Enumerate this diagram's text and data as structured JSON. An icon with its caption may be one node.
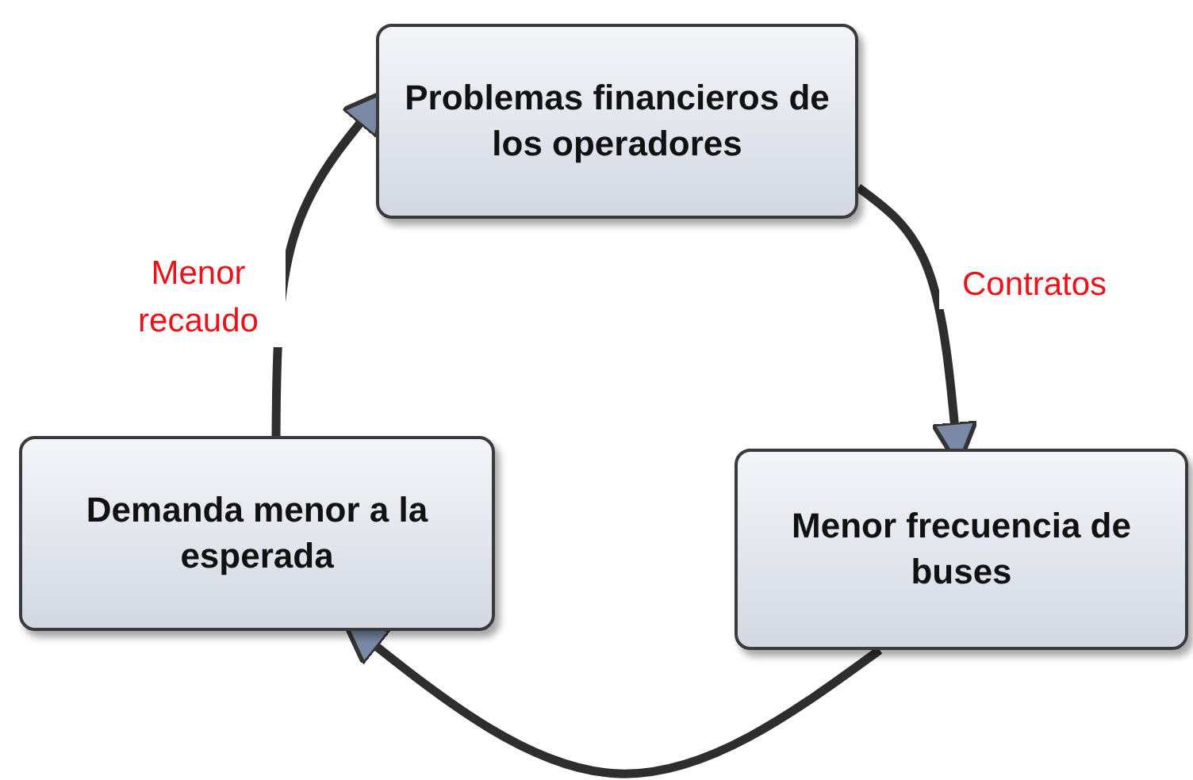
{
  "diagram": {
    "nodes": [
      {
        "text": [
          "Problemas financieros de los operadores"
        ]
      },
      {
        "text": [
          "Menor frecuencia de buses"
        ]
      },
      {
        "text": [
          "Demanda menor a la esperada"
        ]
      }
    ],
    "edges": [
      {
        "from": 0,
        "to": 1,
        "arrow": "to",
        "label": "Contratos"
      },
      {
        "from": 1,
        "to": 2,
        "arrow": "to"
      },
      {
        "from": 2,
        "to": 0,
        "arrow": "to",
        "label": "Menor recaudo"
      }
    ]
  }
}
